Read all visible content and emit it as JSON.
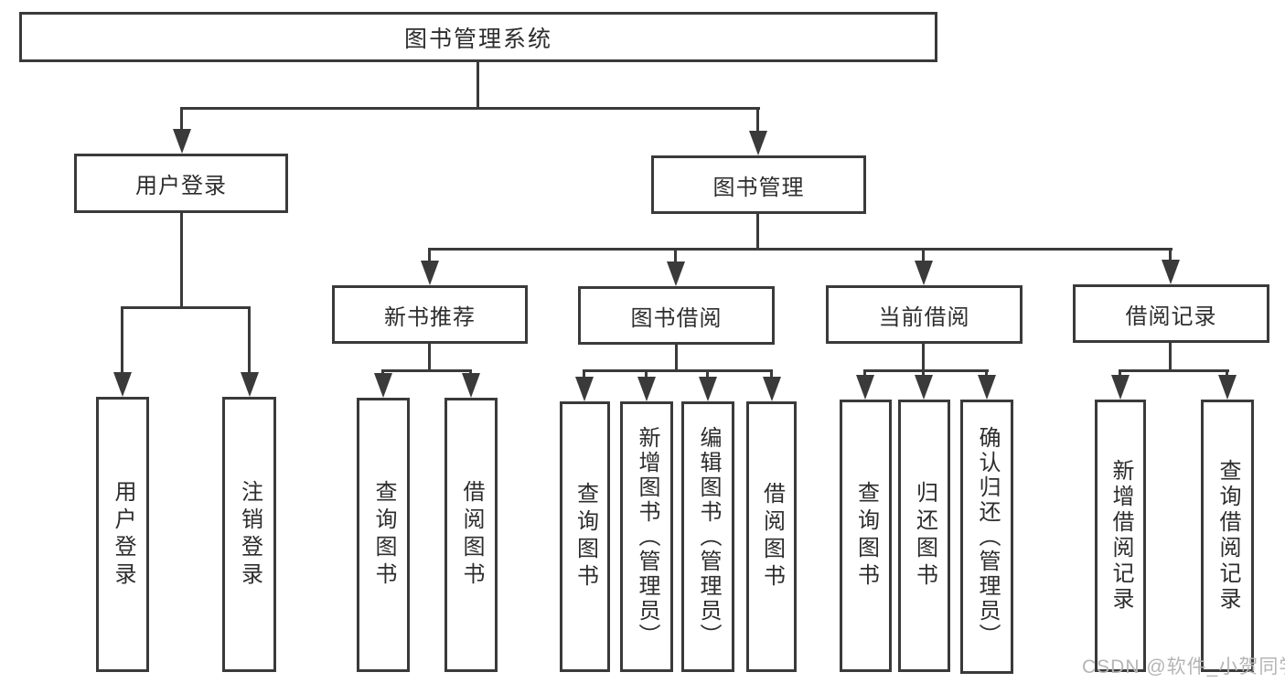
{
  "colors": {
    "line": "#3a3a3a",
    "text": "#2d2d2d",
    "background": "#ffffff",
    "watermark_text": "#b5b5b5"
  },
  "tree": {
    "label": "图书管理系统",
    "children": [
      {
        "label": "用户登录",
        "children": [
          {
            "label": "用户登录"
          },
          {
            "label": "注销登录"
          }
        ]
      },
      {
        "label": "图书管理",
        "children": [
          {
            "label": "新书推荐",
            "children": [
              {
                "label": "查询图书"
              },
              {
                "label": "借阅图书"
              }
            ]
          },
          {
            "label": "图书借阅",
            "children": [
              {
                "label": "查询图书"
              },
              {
                "label": "新增图书（管理员）"
              },
              {
                "label": "编辑图书（管理员）"
              },
              {
                "label": "借阅图书"
              }
            ]
          },
          {
            "label": "当前借阅",
            "children": [
              {
                "label": "查询图书"
              },
              {
                "label": "归还图书"
              },
              {
                "label": "确认归还（管理员）"
              }
            ]
          },
          {
            "label": "借阅记录",
            "children": [
              {
                "label": "新增借阅记录"
              },
              {
                "label": "查询借阅记录"
              }
            ]
          }
        ]
      }
    ]
  },
  "watermark": {
    "text": "CSDN @软件_小贺同学"
  }
}
